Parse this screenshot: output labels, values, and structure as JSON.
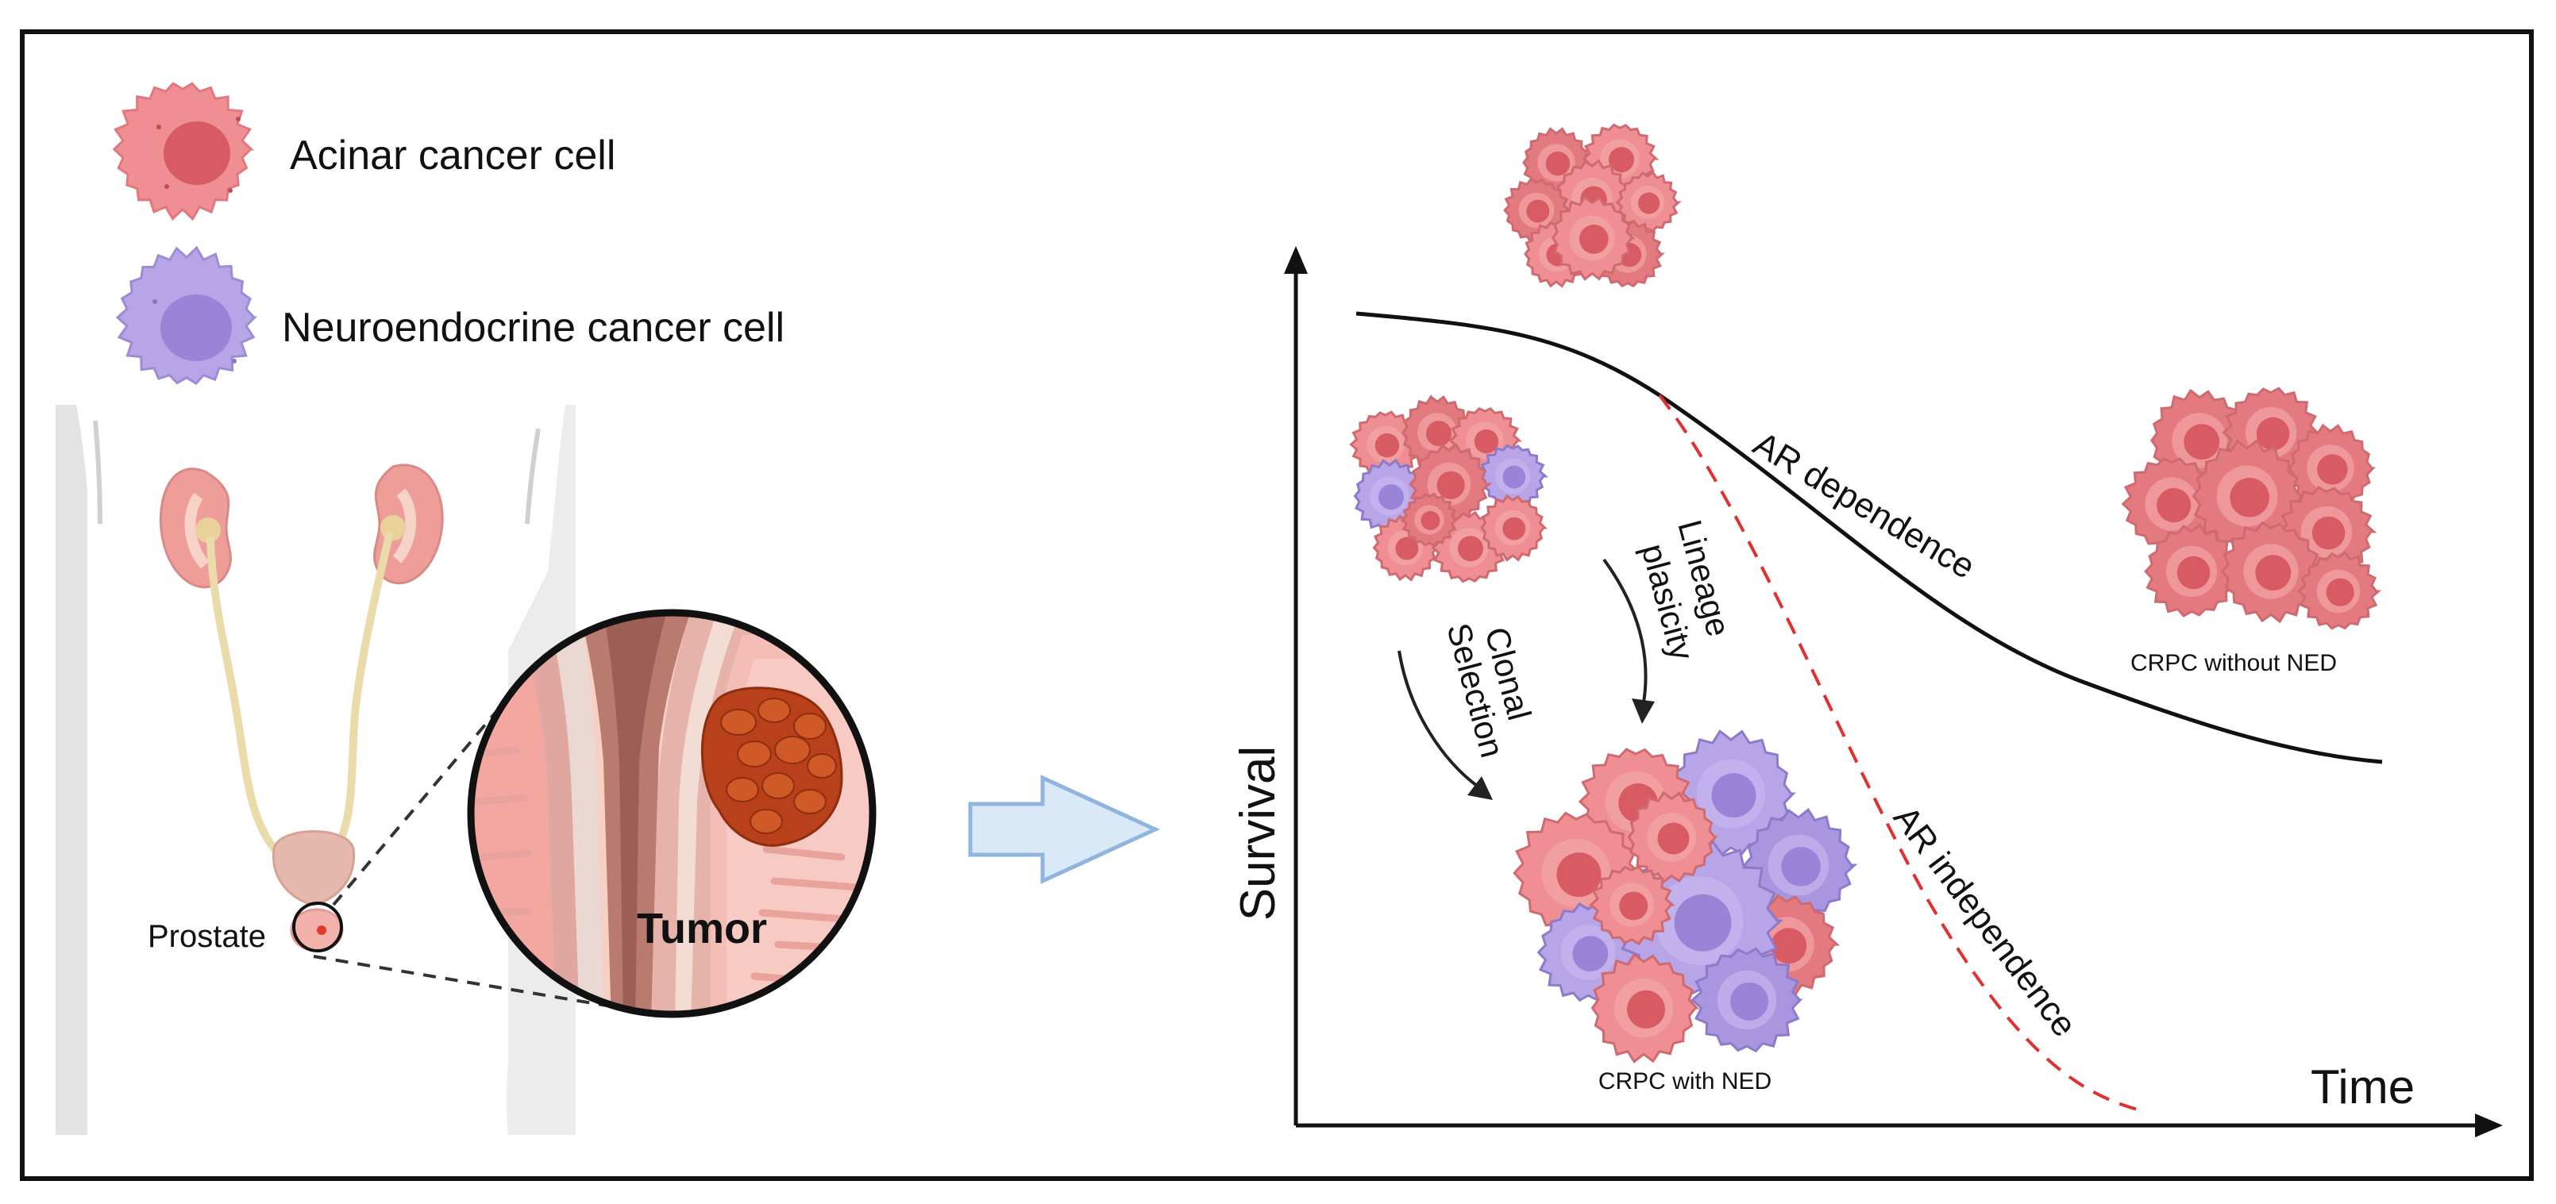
{
  "legend": {
    "acinar_label": "Acinar cancer cell",
    "neuro_label": "Neuroendocrine cancer cell"
  },
  "anatomy": {
    "prostate_label": "Prostate",
    "tumor_label": "Tumor"
  },
  "graph": {
    "y_axis_label": "Survival",
    "x_axis_label": "Time",
    "ar_dependence_label": "AR dependence",
    "ar_independence_label": "AR independence",
    "lineage_plasticity_line1": "Lineage",
    "lineage_plasticity_line2": "plasicity",
    "clonal_selection_line1": "Clonal",
    "clonal_selection_line2": "Selection",
    "crpc_with_ned_label": "CRPC with NED",
    "crpc_without_ned_label": "CRPC without NED"
  },
  "colors": {
    "acinar_fill": "#ef8f93",
    "acinar_nucleus": "#d85a62",
    "neuro_fill": "#b7a5e8",
    "neuro_nucleus": "#9985d8",
    "tumor": "#b8401a",
    "dashed_curve": "#e03030",
    "arrow_fill": "#d9e9f7",
    "arrow_stroke": "#8fb4de"
  }
}
